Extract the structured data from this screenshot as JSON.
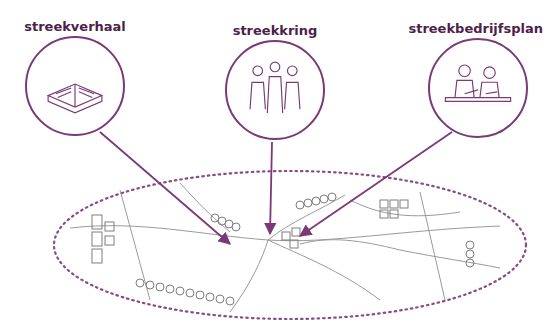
{
  "diagram": {
    "nodes": [
      {
        "text": [
          "streekverhaal"
        ]
      },
      {
        "text": [
          "streekkring"
        ]
      },
      {
        "text": [
          "streekbedrijfsplan"
        ]
      }
    ]
  }
}
